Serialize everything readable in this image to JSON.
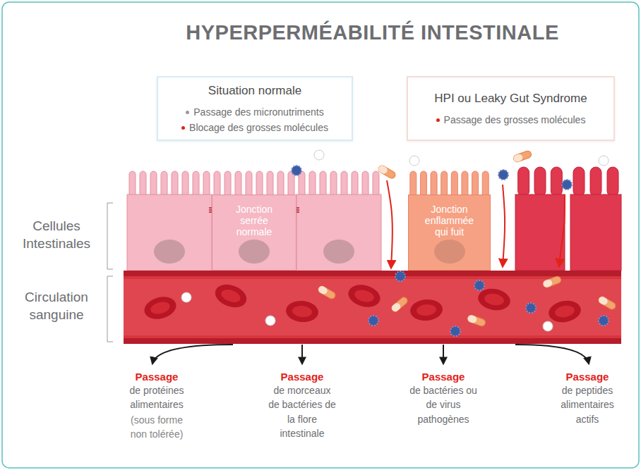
{
  "diagram": {
    "title": "HYPERPERMÉABILITÉ INTESTINALE",
    "nodes": [
      {
        "text": [
          "Situation normale",
          "Passage des micronutriments",
          "Blocage des grosses molécules"
        ]
      },
      {
        "text": [
          "HPI ou Leaky Gut Syndrome",
          "Passage des grosses molécules"
        ]
      },
      {
        "text": [
          "Jonction serrée normale"
        ]
      },
      {
        "text": [
          "Jonction enflammée qui fuit"
        ]
      }
    ],
    "labels": [
      "Cellules Intestinales",
      "Circulation sanguine",
      "Passage",
      "de protéines alimentaires",
      "(sous forme non tolérée)",
      "Passage",
      "de morceaux de bactéries de la flore intestinale",
      "Passage",
      "de bactéries ou de virus pathogènes",
      "Passage",
      "de peptides alimentaires actifs"
    ]
  }
}
